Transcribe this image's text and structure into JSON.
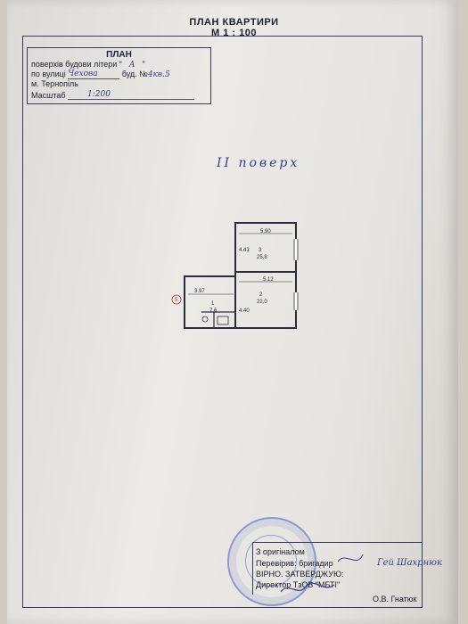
{
  "header": {
    "title": "ПЛАН КВАРТИРИ",
    "scale": "М 1 : 100"
  },
  "passport": {
    "heading": "ПЛАН",
    "floors_label": "поверхів будови літери",
    "letter": "А",
    "street_label": "по вулиці",
    "street_value": "Чехова",
    "building_label": "буд. №",
    "building_value": "4кв.5",
    "city": "м. Тернопіль",
    "scale_label": "Масштаб",
    "scale_value": "1:200"
  },
  "plan": {
    "floor_caption": "ІІ поверх",
    "room_labels": {
      "room1_num": "1",
      "room1_area": "7,6",
      "room2_num": "2",
      "room2_area": "22,0",
      "room3_num": "3",
      "room3_area": "25,8",
      "dim_top": "5.90",
      "dim_mid": "5.12",
      "dim_left": "3.97",
      "dim_v1": "4.43",
      "dim_v2": "4.40",
      "marker": "5"
    }
  },
  "certification": {
    "line1": "З оригіналом",
    "line2": "Перевірив: бригадир",
    "line3": "ВІРНО. ЗАТВЕРДЖУЮ:",
    "line4": "Директор ТзОВ \"МБТІ\"",
    "director": "О.В. Гнатюк",
    "sig_brigadir": "Гей Шахрнюк"
  }
}
